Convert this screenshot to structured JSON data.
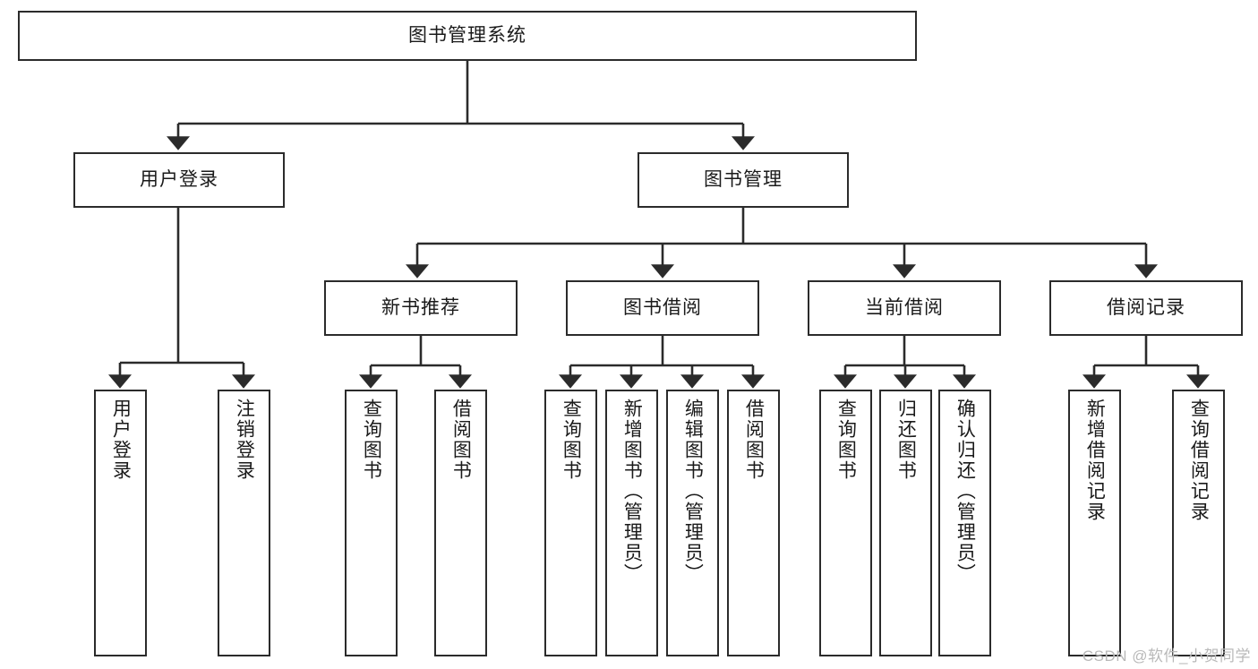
{
  "diagram": {
    "type": "tree",
    "title": "图书管理系统",
    "orientation": "top-down",
    "colors": {
      "node_border": "#2b2b2b",
      "node_fill": "#ffffff",
      "edge": "#2b2b2b",
      "text": "#1a1a1a",
      "watermark": "#b9b9b9"
    }
  },
  "watermark": {
    "text": "CSDN @软件_小贺同学"
  },
  "nodes": {
    "root": {
      "label": "图书管理系统",
      "level": 1
    },
    "l2": [
      {
        "id": "user-login",
        "label": "用户登录",
        "level": 2
      },
      {
        "id": "book-manage",
        "label": "图书管理",
        "level": 2
      }
    ],
    "l3": [
      {
        "id": "new-book-recommend",
        "label": "新书推荐",
        "level": 3,
        "parent": "book-manage"
      },
      {
        "id": "book-borrow",
        "label": "图书借阅",
        "level": 3,
        "parent": "book-manage"
      },
      {
        "id": "current-borrow",
        "label": "当前借阅",
        "level": 3,
        "parent": "book-manage"
      },
      {
        "id": "borrow-record",
        "label": "借阅记录",
        "level": 3,
        "parent": "book-manage"
      }
    ],
    "leaves": [
      {
        "id": "leaf-user-login",
        "label": "用户登录",
        "parent": "user-login"
      },
      {
        "id": "leaf-user-logout",
        "label": "注销登录",
        "parent": "user-login"
      },
      {
        "id": "leaf-query-book-1",
        "label": "查询图书",
        "parent": "new-book-recommend"
      },
      {
        "id": "leaf-borrow-book-1",
        "label": "借阅图书",
        "parent": "new-book-recommend"
      },
      {
        "id": "leaf-query-book-2",
        "label": "查询图书",
        "parent": "book-borrow"
      },
      {
        "id": "leaf-add-book",
        "label": "新增图书（管理员）",
        "parent": "book-borrow"
      },
      {
        "id": "leaf-edit-book",
        "label": "编辑图书（管理员）",
        "parent": "book-borrow"
      },
      {
        "id": "leaf-borrow-book-2",
        "label": "借阅图书",
        "parent": "book-borrow"
      },
      {
        "id": "leaf-query-book-3",
        "label": "查询图书",
        "parent": "current-borrow"
      },
      {
        "id": "leaf-return-book",
        "label": "归还图书",
        "parent": "current-borrow"
      },
      {
        "id": "leaf-confirm-return",
        "label": "确认归还（管理员）",
        "parent": "current-borrow"
      },
      {
        "id": "leaf-add-record",
        "label": "新增借阅记录",
        "parent": "borrow-record"
      },
      {
        "id": "leaf-query-record",
        "label": "查询借阅记录",
        "parent": "borrow-record"
      }
    ]
  }
}
